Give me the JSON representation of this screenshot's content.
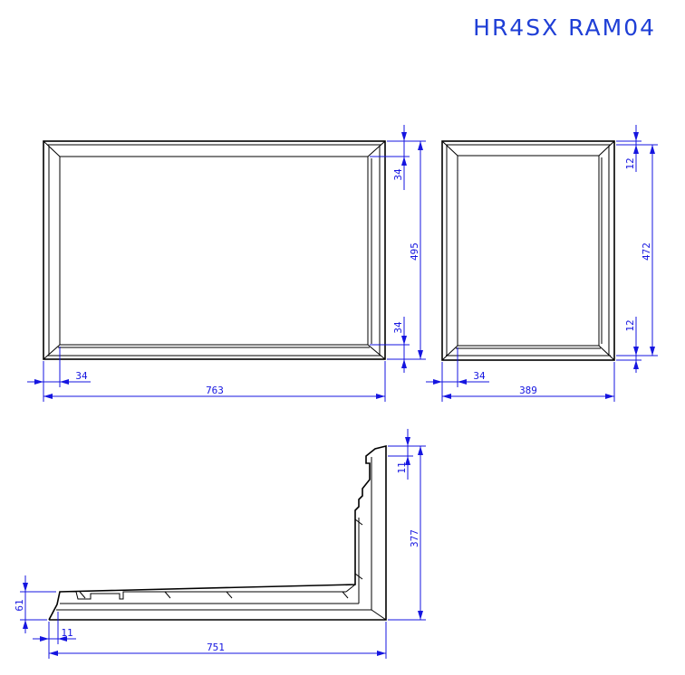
{
  "title": "HR4SX RAM04",
  "colors": {
    "dimension": "#1515e0",
    "title": "#1f3fd6",
    "outline": "#000000"
  },
  "views": {
    "front_left": {
      "width": "763",
      "height": "495",
      "rail_top": "34",
      "rail_bottom": "34",
      "stile_left": "34"
    },
    "front_right": {
      "width": "389",
      "height": "472",
      "rail_top": "12",
      "rail_bottom": "12",
      "stile_left": "34"
    },
    "section": {
      "length": "751",
      "height": "377",
      "offset_top": "11",
      "offset_left": "11",
      "base_height": "61"
    }
  }
}
